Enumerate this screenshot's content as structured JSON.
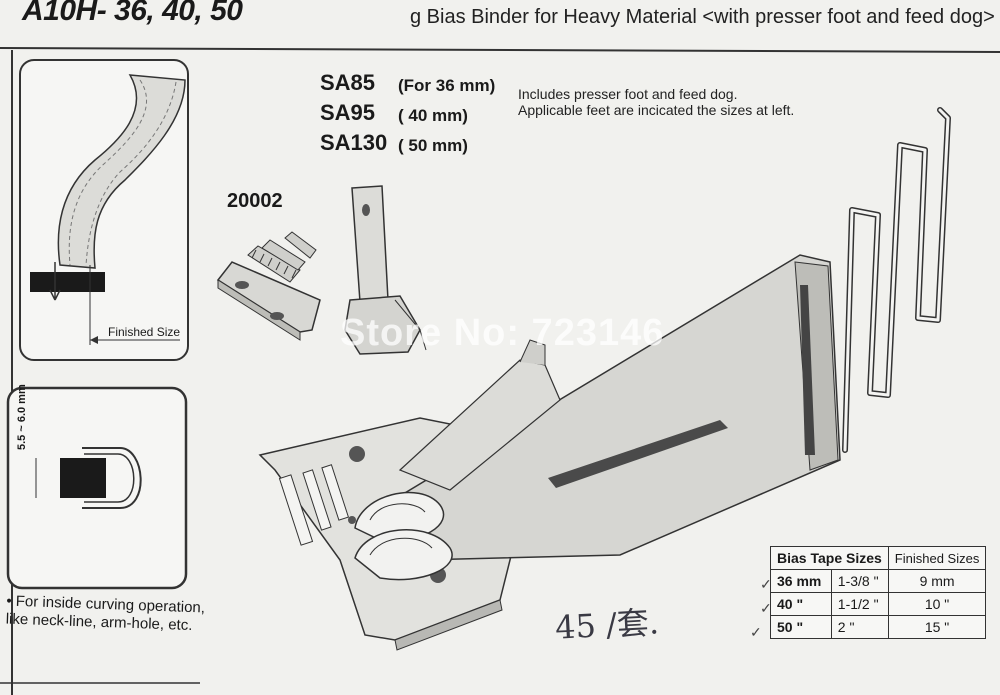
{
  "header": {
    "model_code": "A10H- 36, 40, 50",
    "title": "g Bias Binder for Heavy Material <with presser foot and feed dog>"
  },
  "sa_list": [
    {
      "code": "SA85",
      "size": "(For 36 mm)"
    },
    {
      "code": "SA95",
      "size": "(        40 mm)"
    },
    {
      "code": "SA130",
      "size": "(        50 mm)"
    }
  ],
  "notes": [
    "Includes presser foot and feed dog.",
    "Applicable feet are incicated the sizes at left."
  ],
  "part_number": "20002",
  "finished_size_label": "Finished Size",
  "dimension_label": "5.5 ~ 6.0 mm",
  "usage_note": [
    "• For inside curving operation,",
    "like neck-line, arm-hole, etc."
  ],
  "watermark": "Store No: 723146",
  "handwritten": "45 /套.",
  "size_table": {
    "headers": [
      "Bias Tape Sizes",
      "Finished Sizes"
    ],
    "rows": [
      {
        "mm": "36 mm",
        "inch": "1-3/8 \"",
        "finished": "9  mm"
      },
      {
        "mm": "40 \"",
        "inch": "1-1/2 \"",
        "finished": "10  \""
      },
      {
        "mm": "50 \"",
        "inch": "2 \"",
        "finished": "15  \""
      }
    ]
  }
}
